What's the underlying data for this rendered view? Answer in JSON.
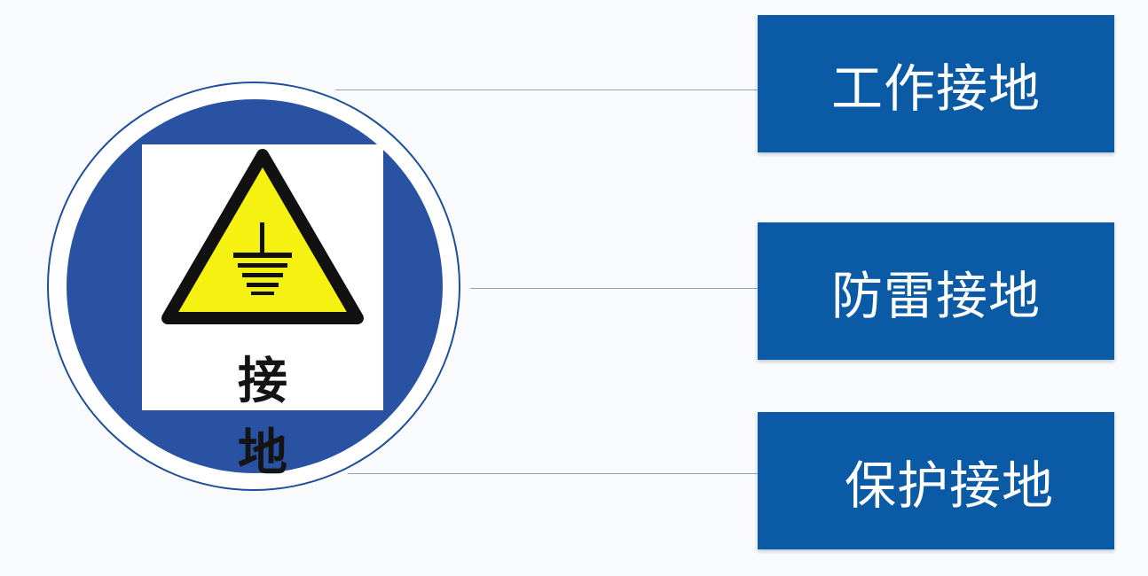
{
  "sign": {
    "label": "接 地",
    "icon": "earth-ground-warning-icon",
    "colors": {
      "disc": "#2a52a3",
      "triangle_fill": "#f5f212",
      "triangle_border": "#111111",
      "panel": "#ffffff"
    }
  },
  "categories": [
    {
      "label": "工作接地"
    },
    {
      "label": "防雷接地"
    },
    {
      "label": "保护接地"
    }
  ],
  "colors": {
    "box": "#0a5aa6",
    "box_text": "#ffffff",
    "connector": "#9aa3b3",
    "background": "#f9fafc"
  }
}
